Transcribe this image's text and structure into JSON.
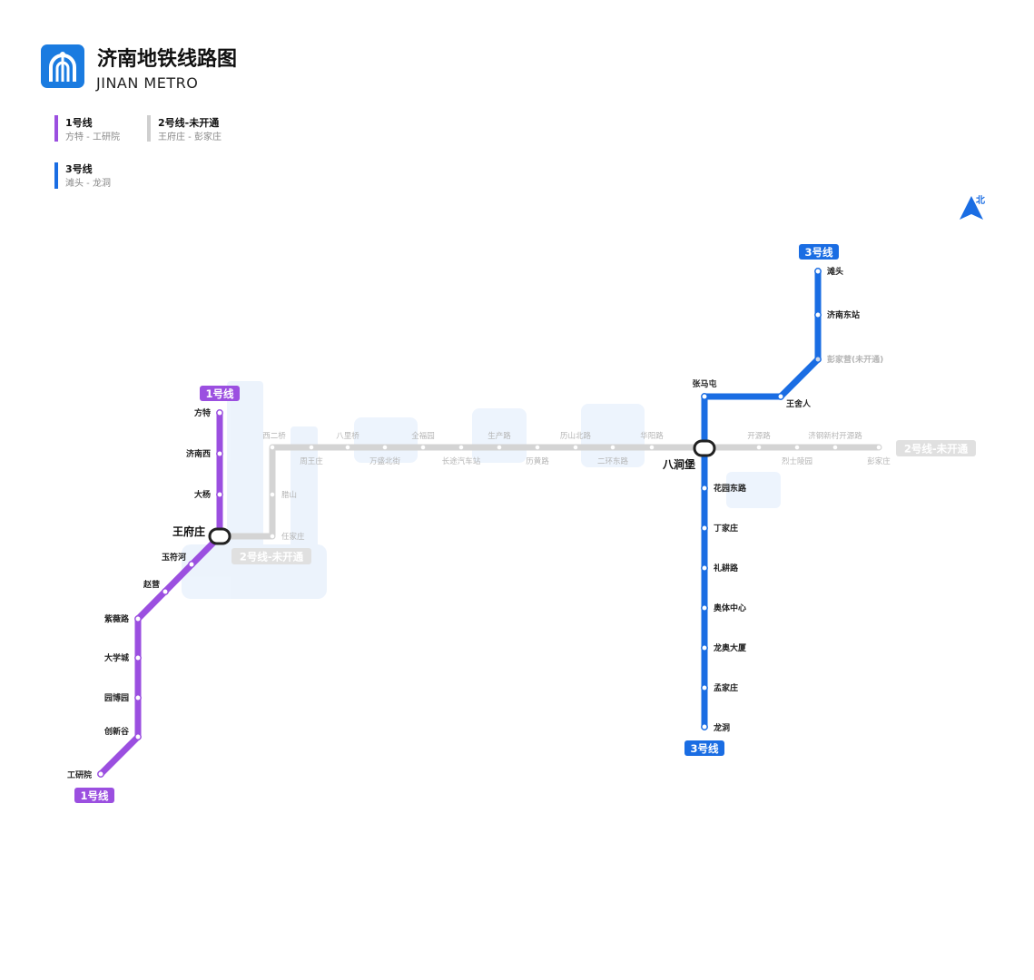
{
  "header": {
    "title": "济南地铁线路图",
    "subtitle": "JINAN METRO"
  },
  "colors": {
    "line1": "#9b4fe0",
    "line2": "#cfcfcf",
    "line3": "#1a6de3",
    "logo": "#1a7be0",
    "station_text": "#222222",
    "station_text_inactive": "#b5b5b5"
  },
  "legend": [
    {
      "name": "1号线",
      "route": "方特 - 工研院",
      "color": "#9b4fe0"
    },
    {
      "name": "2号线-未开通",
      "route": "王府庄 - 彭家庄",
      "color": "#cfcfcf"
    },
    {
      "name": "3号线",
      "route": "滩头 - 龙洞",
      "color": "#1a6de3"
    }
  ],
  "compass": {
    "label": "北",
    "icon": "north-arrow-icon"
  },
  "line_badges": {
    "line1_top": "1号线",
    "line1_bottom": "1号线",
    "line2_west": "2号线-未开通",
    "line2_east": "2号线-未开通",
    "line3_top": "3号线",
    "line3_bottom": "3号线"
  },
  "line1": {
    "stations": [
      "方特",
      "济南西",
      "大杨",
      "王府庄",
      "玉符河",
      "赵营",
      "紫薇路",
      "大学城",
      "园博园",
      "创新谷",
      "工研院"
    ]
  },
  "line3": {
    "stations": [
      "滩头",
      "济南东站",
      "彭家营(未开通)",
      "王舍人",
      "张马屯",
      "八涧堡",
      "花园东路",
      "丁家庄",
      "礼耕路",
      "奥体中心",
      "龙奥大厦",
      "孟家庄",
      "龙洞"
    ]
  },
  "line2": {
    "stations": [
      "任家庄",
      "腊山",
      "西二桥",
      "周王庄",
      "八里桥",
      "万盛北街",
      "全福园",
      "长途汽车站",
      "生产路",
      "历黄路",
      "历山北路",
      "二环东路",
      "华阳路",
      "开源路",
      "烈士陵园",
      "济钢新村开源路",
      "彭家庄"
    ]
  },
  "transfers": [
    "王府庄",
    "八涧堡"
  ]
}
